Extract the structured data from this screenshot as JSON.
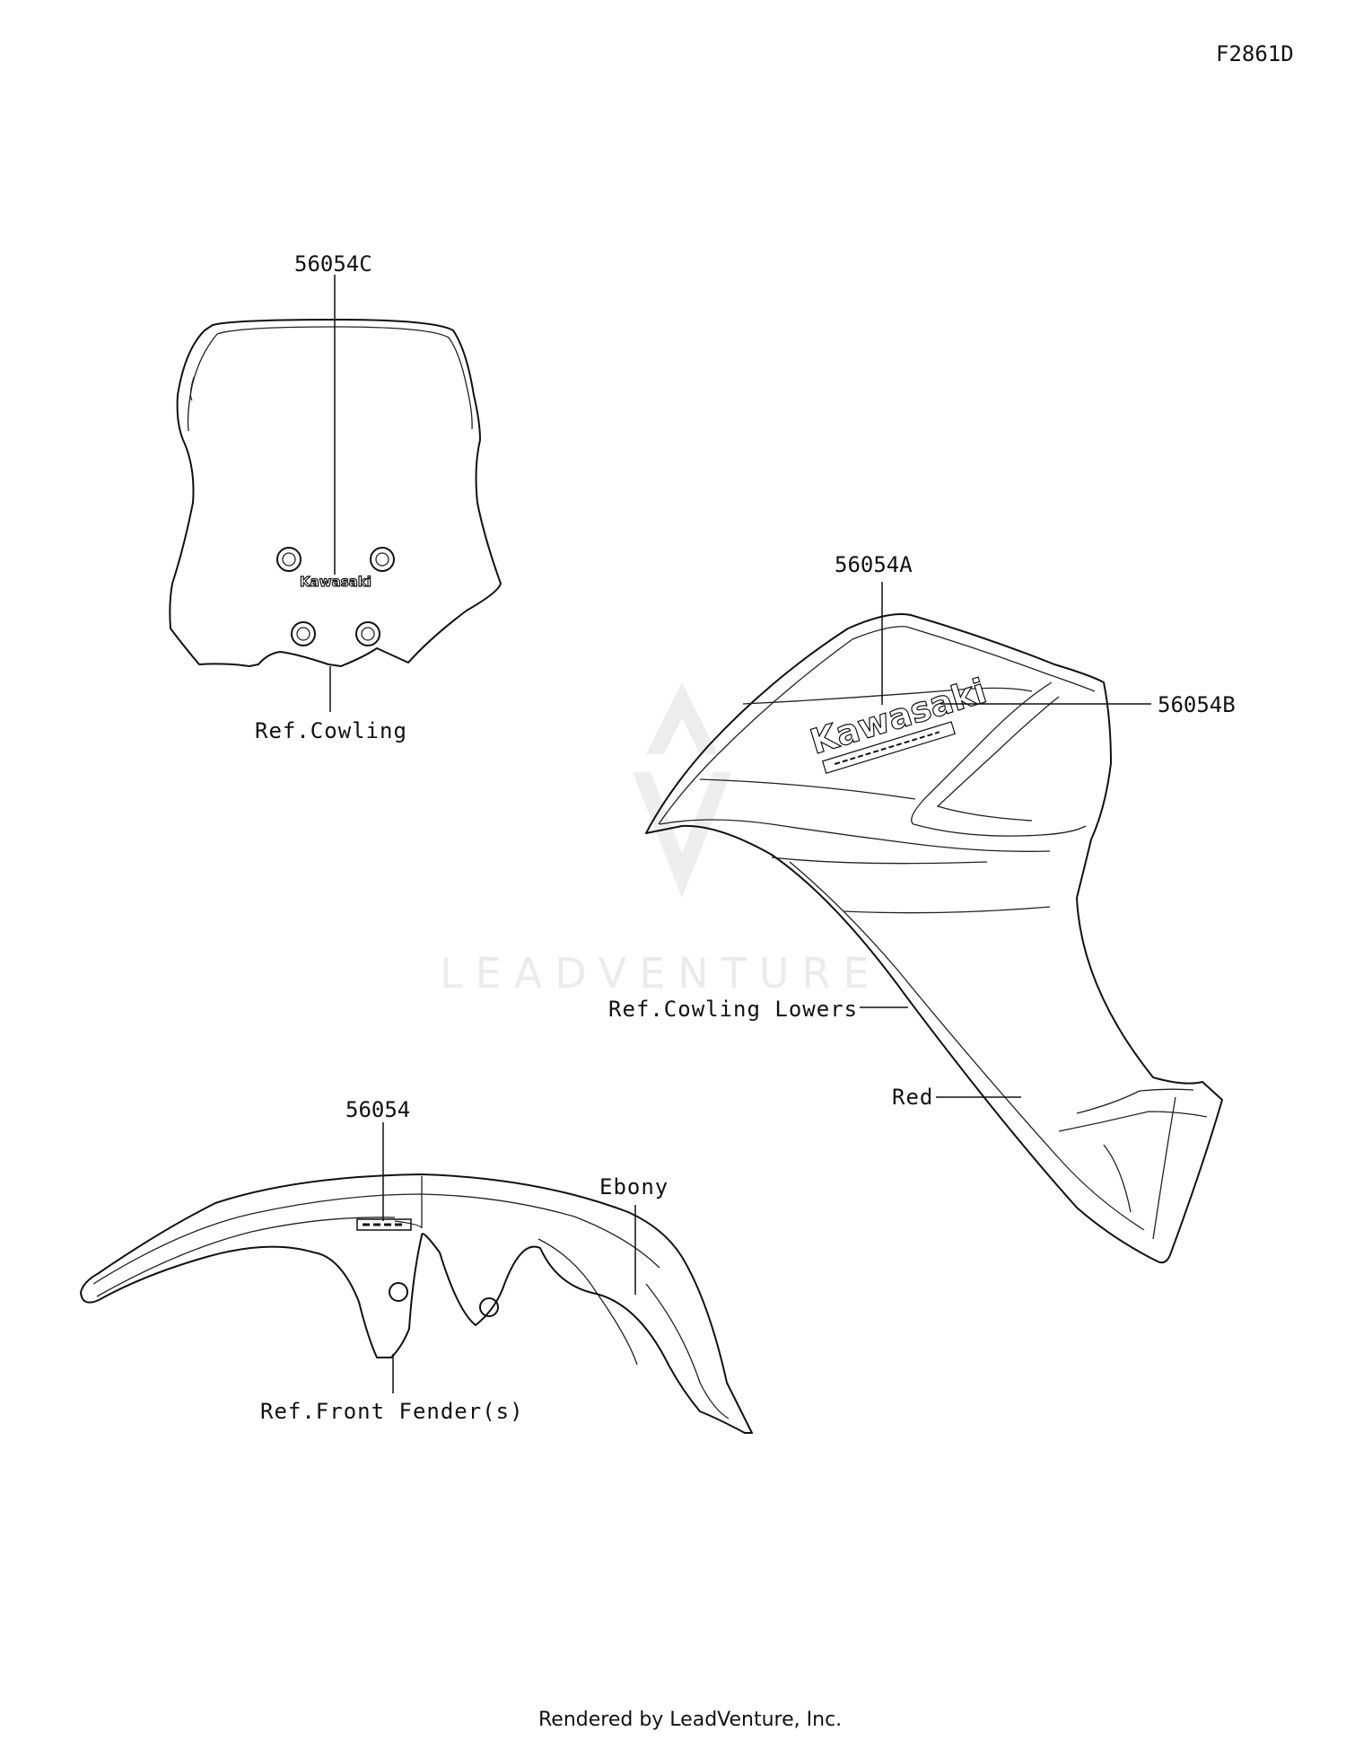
{
  "figure_id": "F2861D",
  "watermark": "LEADVENTURE",
  "footer": "Rendered by LeadVenture, Inc.",
  "callouts": {
    "windshield_decal": "56054C",
    "windshield_ref": "Ref.Cowling",
    "cowling_decal_a": "56054A",
    "cowling_decal_b": "56054B",
    "cowling_ref": "Ref.Cowling Lowers",
    "cowling_color": "Red",
    "fender_decal": "56054",
    "fender_ref": "Ref.Front Fender(s)",
    "fender_color": "Ebony"
  },
  "decal_text": {
    "windshield": "Kawasaki",
    "cowling": "Kawasaki"
  }
}
